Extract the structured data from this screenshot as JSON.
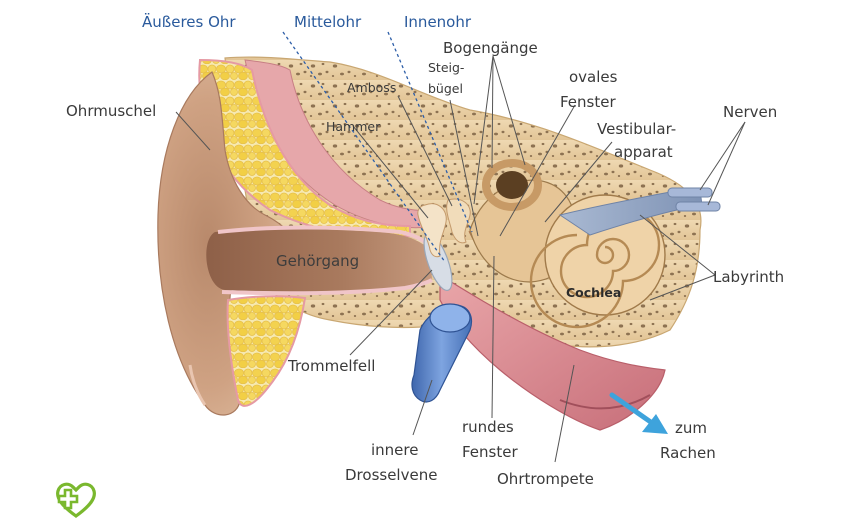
{
  "regions": {
    "outer": "Äußeres Ohr",
    "middle": "Mittelohr",
    "inner": "Innenohr"
  },
  "labels": {
    "ohrmuschel": "Ohrmuschel",
    "gehoergang": "Gehörgang",
    "trommelfell": "Trommelfell",
    "hammer": "Hammer",
    "amboss": "Amboss",
    "steigbuegel_1": "Steig-",
    "steigbuegel_2": "bügel",
    "bogengaenge": "Bogengänge",
    "ovales_1": "ovales",
    "ovales_2": "Fenster",
    "vestibular_1": "Vestibular-",
    "vestibular_2": "apparat",
    "nerven": "Nerven",
    "labyrinth": "Labyrinth",
    "cochlea": "Cochlea",
    "innere_1": "innere",
    "innere_2": "Drosselvene",
    "rundes_1": "rundes",
    "rundes_2": "Fenster",
    "ohrtrompete": "Ohrtrompete",
    "zum": "zum",
    "rachen": "Rachen"
  },
  "colors": {
    "region_text": "#2a5a9c",
    "skin": "#c8a080",
    "canal": "#a97a5e",
    "bone": "#e8cfa4",
    "cartilage": "#f3d870",
    "tube": "#d9868e",
    "vein": "#5d86c9",
    "arrow": "#3ea3dc",
    "logo": "#7ab82e"
  },
  "icons": {
    "logo": "pharmacy-cross-heart-icon",
    "arrow": "arrow-down-right-icon"
  }
}
